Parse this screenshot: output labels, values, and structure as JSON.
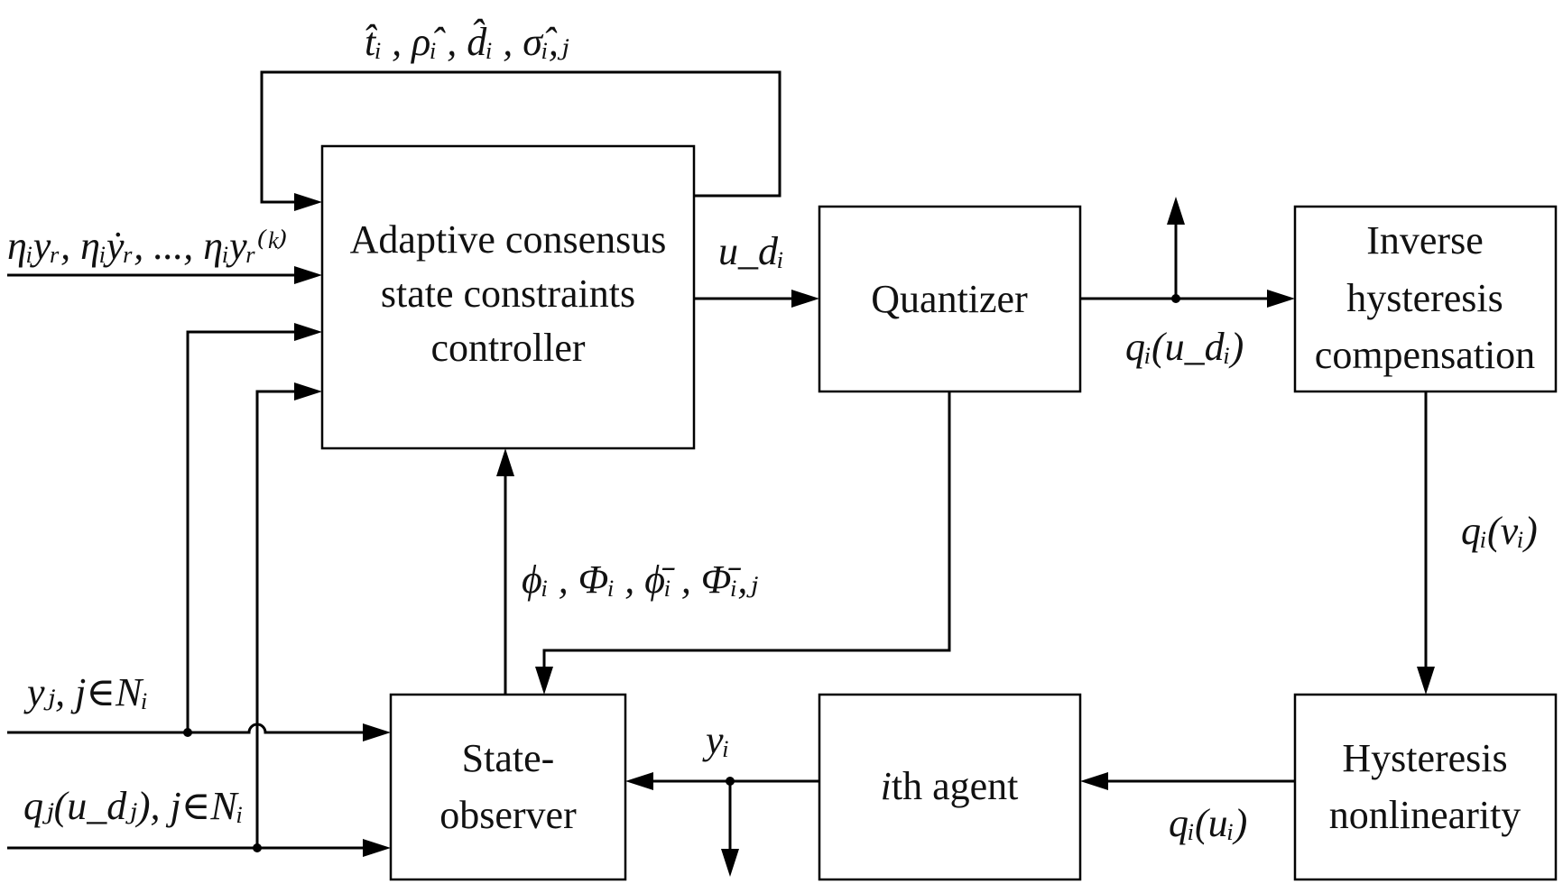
{
  "blocks": {
    "controller": [
      "Adaptive consensus",
      "state constraints",
      "controller"
    ],
    "quantizer": [
      "Quantizer"
    ],
    "inverse": [
      "Inverse",
      "hysteresis",
      "compensation"
    ],
    "hysteresis": [
      "Hysteresis",
      "nonlinearity"
    ],
    "agent": {
      "italic_prefix": "i",
      "rest": "th agent"
    },
    "observer": [
      "State-",
      "observer"
    ]
  },
  "signals": {
    "feedback_params": "t̂ᵢ , ρ̂ᵢ , d̂ᵢ , σ̂ᵢ,ⱼ",
    "reference_inputs": "ηᵢyᵣ, ηᵢẏᵣ, ..., ηᵢyᵣ⁽ᵏ⁾",
    "controller_output": "u_dᵢ",
    "quantizer_output": "qᵢ(u_dᵢ)",
    "inverse_output": "qᵢ(vᵢ)",
    "hysteresis_output": "qᵢ(uᵢ)",
    "agent_output": "yᵢ",
    "observer_to_controller": "ϕᵢ , Φᵢ , ϕ̄ᵢ , Φ̄ᵢ,ⱼ",
    "neighbor_outputs": "yⱼ, j∈Nᵢ",
    "neighbor_inputs": "qⱼ(u_dⱼ), j∈Nᵢ"
  }
}
